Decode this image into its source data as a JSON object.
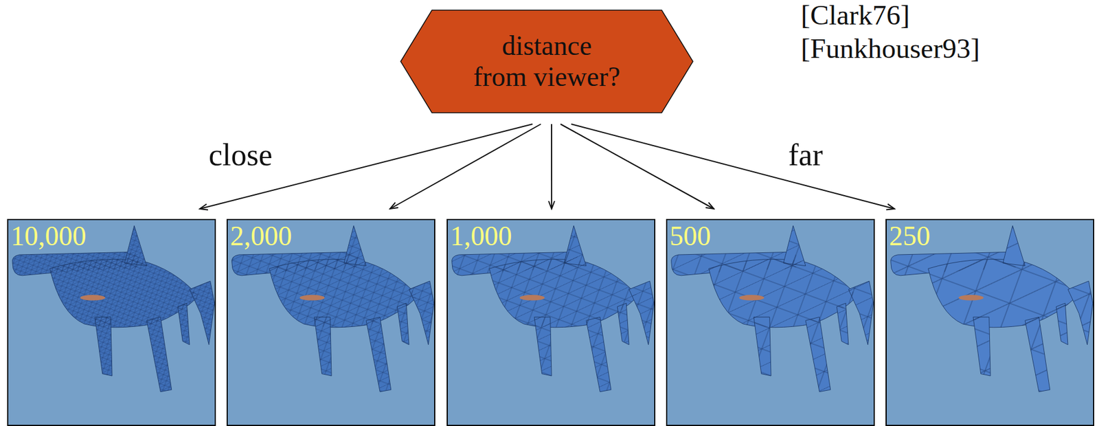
{
  "diagram": {
    "nodes": [
      {
        "text": [
          "distance from viewer?"
        ]
      },
      {
        "text": [
          "10,000"
        ]
      },
      {
        "text": [
          "2,000"
        ]
      },
      {
        "text": [
          "1,000"
        ]
      },
      {
        "text": [
          "500"
        ]
      },
      {
        "text": [
          "250"
        ]
      }
    ],
    "edges": [
      {
        "from": 0,
        "to": 1,
        "arrow": "to"
      },
      {
        "from": 0,
        "to": 2,
        "arrow": "to"
      },
      {
        "from": 0,
        "to": 3,
        "arrow": "to"
      },
      {
        "from": 0,
        "to": 4,
        "arrow": "to"
      },
      {
        "from": 0,
        "to": 5,
        "arrow": "to"
      }
    ],
    "labels": [
      "close",
      "far",
      "[Clark76]",
      "[Funkhouser93]"
    ]
  }
}
